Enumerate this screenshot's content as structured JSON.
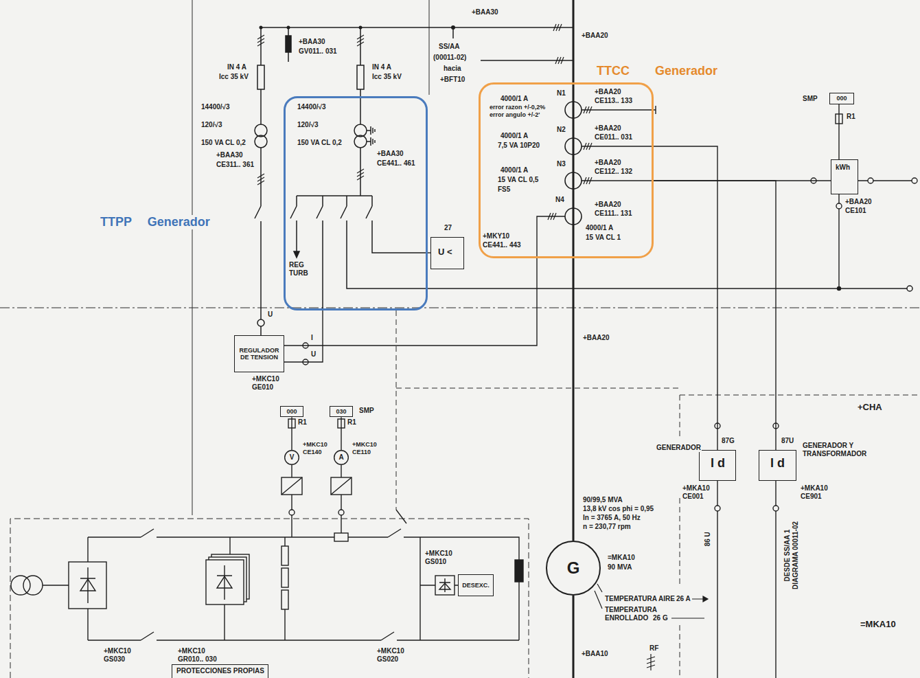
{
  "diagram": {
    "nodes": [
      {
        "text": [
          "TTCC Generador",
          "N1",
          "4000/1 A",
          "error razon +/-0,2%",
          "error angulo +/-2'",
          "+BAA20",
          "CE113.. 133",
          "N2",
          "4000/1 A",
          "7,5 VA 10P20",
          "+BAA20",
          "CE011.. 031",
          "N3",
          "4000/1 A",
          "15 VA CL 0,5",
          "FS5",
          "+BAA20",
          "CE112.. 132",
          "N4",
          "+BAA20",
          "CE111.. 131",
          "4000/1 A",
          "15 VA CL 1"
        ]
      },
      {
        "text": [
          "000"
        ]
      },
      {
        "text": [
          "TTPP Generador",
          "14400/√3",
          "120/√3",
          "150 VA CL 0,2",
          "+BAA30",
          "CE441.. 461",
          "REG TURB"
        ]
      },
      {
        "text": [
          "kWh"
        ]
      },
      {
        "text": [
          "27",
          "U <"
        ]
      },
      {
        "text": [
          "REGULADOR DE TENSION"
        ]
      },
      {
        "text": [
          "000"
        ]
      },
      {
        "text": [
          "030"
        ]
      },
      {
        "text": [
          "V"
        ]
      },
      {
        "text": [
          "A"
        ]
      },
      {
        "text": [
          "87G",
          "I d"
        ]
      },
      {
        "text": [
          "87U",
          "I d"
        ]
      },
      {
        "text": [
          "G"
        ]
      },
      {
        "text": [
          "DESEXC."
        ]
      },
      {
        "text": [
          "PROTECCIONES PROPIAS"
        ]
      }
    ],
    "edges": [
      {
        "from": 0,
        "to": 3,
        "arrow": "none"
      },
      {
        "from": 0,
        "to": 10,
        "arrow": "none"
      },
      {
        "from": 0,
        "to": 11,
        "arrow": "none"
      },
      {
        "from": 0,
        "to": 5,
        "arrow": "none"
      },
      {
        "from": 2,
        "to": 5,
        "arrow": "none"
      },
      {
        "from": 2,
        "to": 4,
        "arrow": "none"
      },
      {
        "from": 1,
        "to": 3,
        "arrow": "none"
      },
      {
        "from": 6,
        "to": 8,
        "arrow": "none"
      },
      {
        "from": 7,
        "to": 9,
        "arrow": "none"
      }
    ],
    "labels": [
      "+BAA30",
      "+BAA20",
      "+BAA30",
      "GV011.. 031",
      "IN 4 A",
      "Icc 35 kV",
      "IN 4 A",
      "Icc 35 kV",
      "14400/√3",
      "120/√3",
      "150 VA CL 0,2",
      "+BAA30",
      "CE311.. 361",
      "SS/AA",
      "(00011-02)",
      "hacia",
      "+BFT10",
      "U",
      "+MKC10",
      "GE010",
      "I",
      "U",
      "+MKY10",
      "CE441.. 443",
      "SMP",
      "R1",
      "+BAA20",
      "CE101",
      "+BAA20",
      "SMP",
      "R1",
      "R1",
      "+MKC10",
      "CE140",
      "+MKC10",
      "CE110",
      "+CHA",
      "GENERADOR",
      "+MKA10",
      "CE001",
      "GENERADOR Y TRANSFORMADOR",
      "+MKA10",
      "CE901",
      "86 U",
      "DESDE SS/AA 1 DIAGRAMA 00011-02",
      "90/99,5 MVA",
      "13,8 kV cos phi = 0,95",
      "In = 3765 A, 50 Hz",
      "n = 230,77 rpm",
      "=MKA10",
      "90 MVA",
      "TEMPERATURA AIRE",
      "26 A",
      "TEMPERATURA ENROLLADO",
      "26 G",
      "=MKA10",
      "+MKC10",
      "GS010",
      "+MKC10",
      "GR010.. 030",
      "+MKC10",
      "GS030",
      "+MKC10",
      "GS020",
      "+BAA10",
      "RF"
    ]
  }
}
